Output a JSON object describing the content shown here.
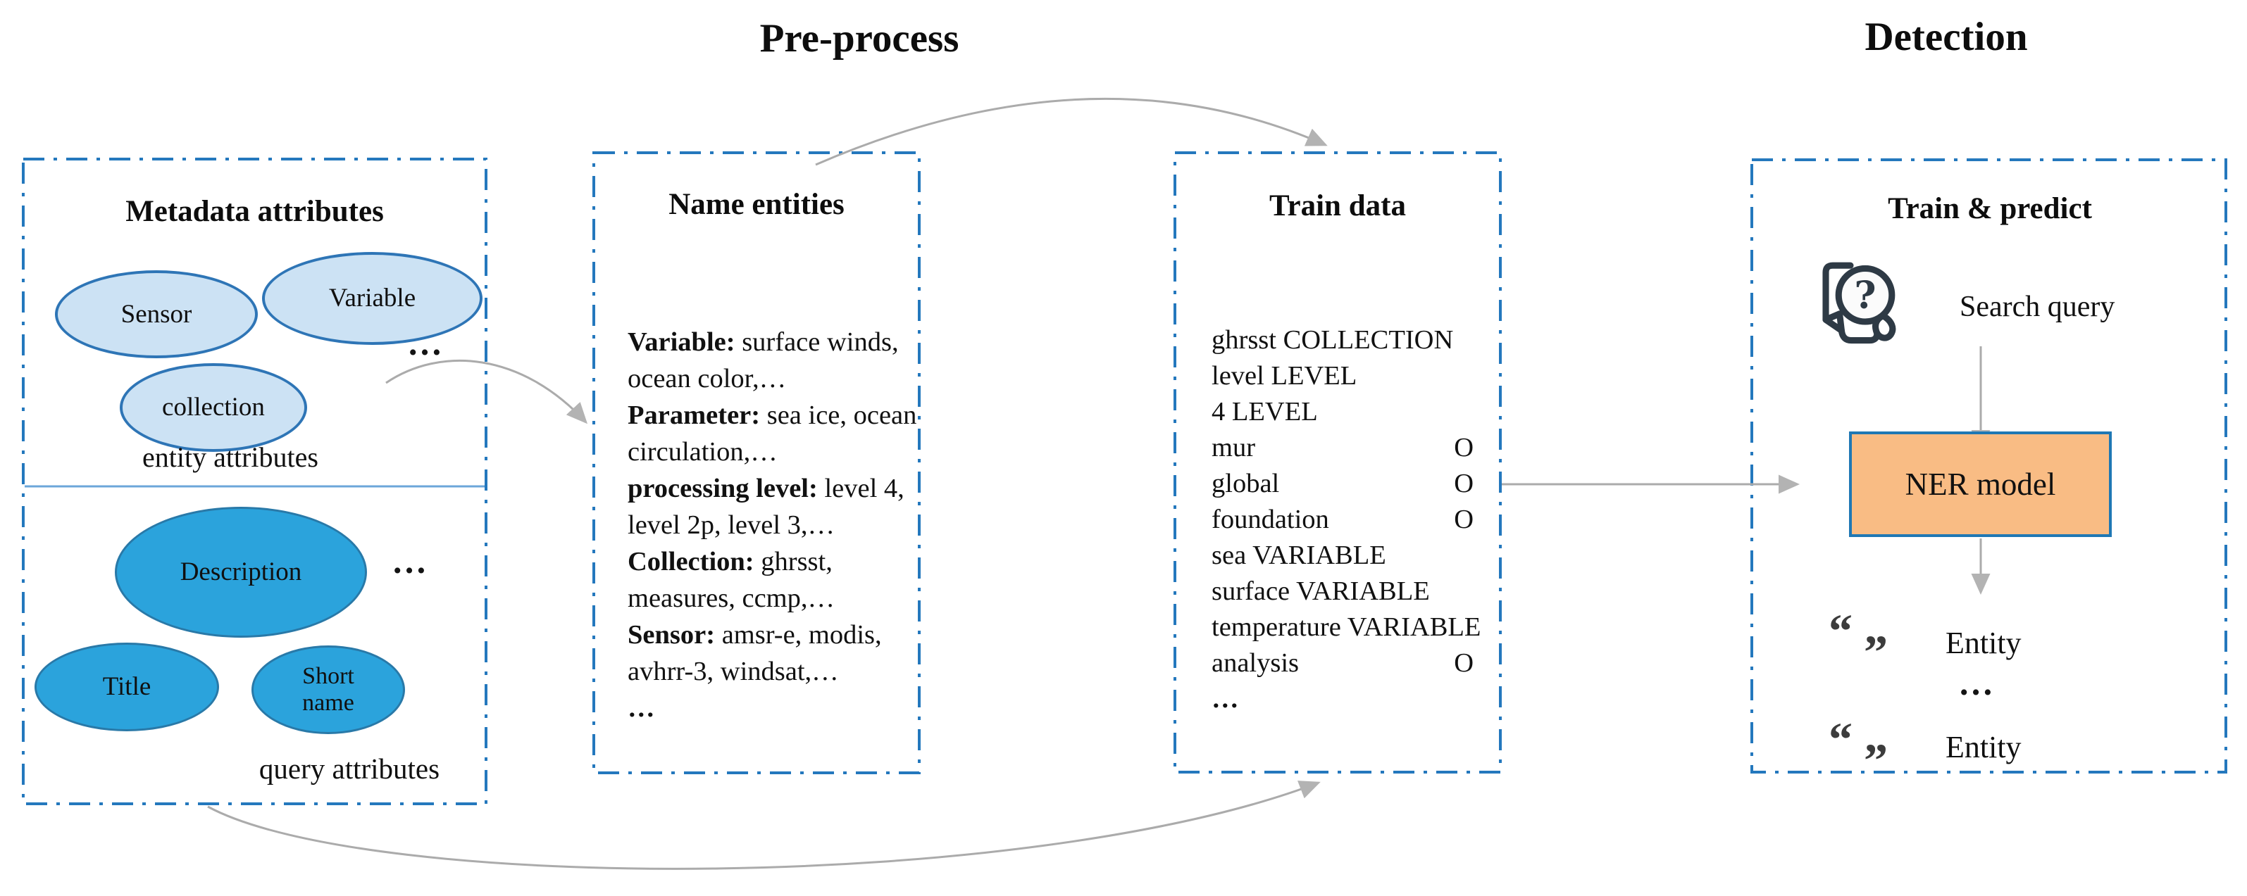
{
  "headers": {
    "preprocess": "Pre-process",
    "detection": "Detection"
  },
  "colors": {
    "box_border": "#2478BD",
    "light_ellipse_fill": "#CCE2F4",
    "light_ellipse_stroke": "#2E75B6",
    "dark_ellipse_fill": "#2BA3DC",
    "dark_ellipse_stroke": "#2979A8",
    "ner_fill": "#F9BC84",
    "ner_stroke": "#1F78B4",
    "arrow_gray": "#ABABAB",
    "icon_stroke": "#2E3A45"
  },
  "metadata_box": {
    "title": "Metadata attributes",
    "sensor": "Sensor",
    "variable": "Variable",
    "collection": "collection",
    "entity_more": "…",
    "entity_label": "entity attributes",
    "description": "Description",
    "query_more": "…",
    "title_ellipse": "Title",
    "short_name": "Short name",
    "query_label": "query attributes"
  },
  "name_entities_box": {
    "title": "Name entities",
    "lines": [
      {
        "bold": "Variable:",
        "rest": " surface winds,"
      },
      {
        "bold": "",
        "rest": "ocean color,…"
      },
      {
        "bold": "Parameter:",
        "rest": " sea ice, ocean"
      },
      {
        "bold": "",
        "rest": "circulation,…"
      },
      {
        "bold": "processing level:",
        "rest": " level 4,"
      },
      {
        "bold": "",
        "rest": "level 2p, level 3,…"
      },
      {
        "bold": "Collection:",
        "rest": " ghrsst,"
      },
      {
        "bold": "",
        "rest": "measures, ccmp,…"
      },
      {
        "bold": "Sensor:",
        "rest": " amsr-e, modis,"
      },
      {
        "bold": "",
        "rest": "avhrr-3, windsat,…"
      },
      {
        "bold": "",
        "rest": "…"
      }
    ]
  },
  "train_data_box": {
    "title": "Train data",
    "rows": [
      {
        "word": "ghrsst COLLECTION",
        "tag": ""
      },
      {
        "word": "level LEVEL",
        "tag": ""
      },
      {
        "word": "4 LEVEL",
        "tag": ""
      },
      {
        "word": "mur",
        "tag": "O"
      },
      {
        "word": "global",
        "tag": "O"
      },
      {
        "word": "foundation",
        "tag": "O"
      },
      {
        "word": "sea VARIABLE",
        "tag": ""
      },
      {
        "word": "surface VARIABLE",
        "tag": ""
      },
      {
        "word": "temperature VARIABLE",
        "tag": ""
      },
      {
        "word": "analysis",
        "tag": "O"
      },
      {
        "word": "…",
        "tag": ""
      }
    ]
  },
  "train_predict_box": {
    "title": "Train & predict",
    "search_label": "Search query",
    "model_label": "NER model",
    "quote_open": "“",
    "quote_close": "”",
    "output_entity_1": "Entity",
    "output_more": "…",
    "output_entity_2": "Entity"
  }
}
